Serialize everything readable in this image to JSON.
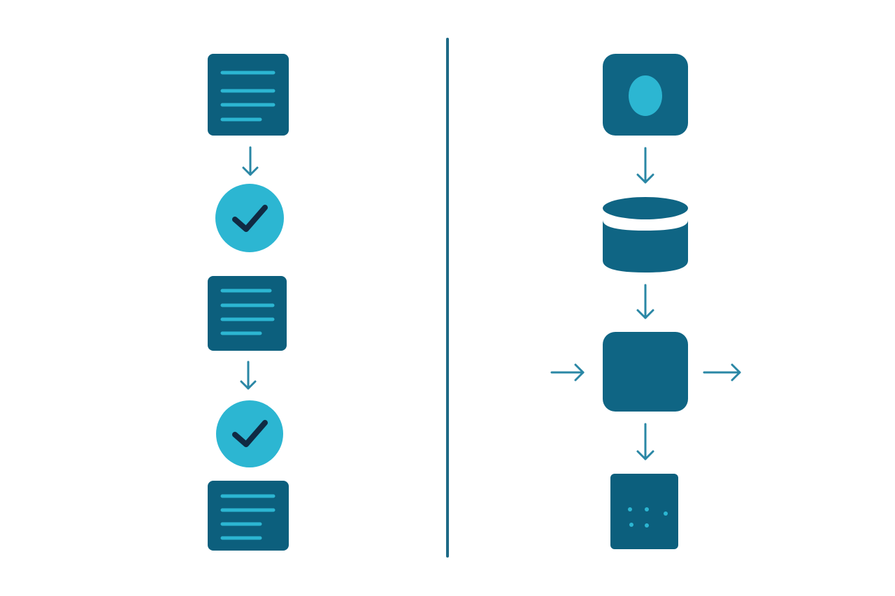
{
  "colors": {
    "background": "#ffffff",
    "dark_teal": "#0f6584",
    "deep_teal": "#0c5f7d",
    "light_cyan": "#2cb6d2",
    "arrow": "#2a87a5",
    "divider": "#1d6a86",
    "check_mark": "#102a43",
    "dot": "#2cb6d2"
  },
  "left_flow": {
    "nodes": [
      {
        "kind": "document",
        "icon": "document-icon"
      },
      {
        "kind": "check",
        "icon": "check-circle-icon"
      },
      {
        "kind": "document",
        "icon": "document-icon"
      },
      {
        "kind": "check",
        "icon": "check-circle-icon"
      },
      {
        "kind": "document",
        "icon": "document-icon"
      }
    ]
  },
  "right_flow": {
    "nodes": [
      {
        "kind": "source",
        "icon": "rounded-square-with-oval-icon"
      },
      {
        "kind": "database",
        "icon": "database-cylinder-icon"
      },
      {
        "kind": "process",
        "icon": "rounded-square-icon"
      },
      {
        "kind": "output",
        "icon": "dotted-square-icon"
      }
    ],
    "side_arrows": [
      "incoming-arrow",
      "outgoing-arrow"
    ]
  }
}
